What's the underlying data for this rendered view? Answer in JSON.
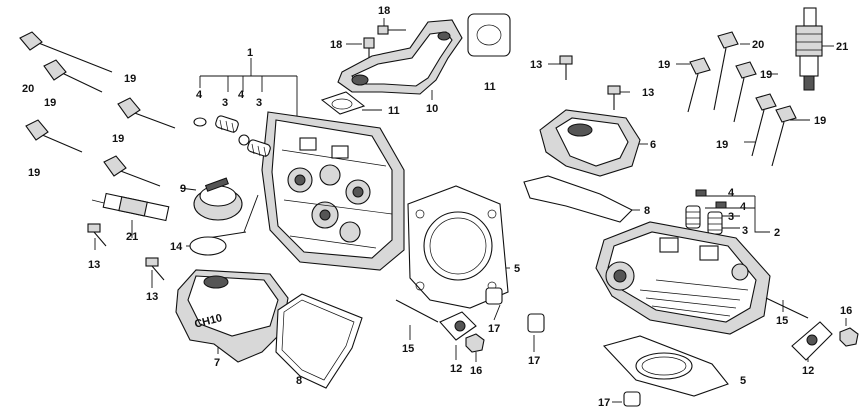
{
  "callouts": {
    "c1": "1",
    "c2": "2",
    "c3a": "3",
    "c3b": "3",
    "c3c": "3",
    "c3d": "3",
    "c4a": "4",
    "c4b": "4",
    "c4c": "4",
    "c4d": "4",
    "c5a": "5",
    "c5b": "5",
    "c6": "6",
    "c7": "7",
    "c8a": "8",
    "c8b": "8",
    "c9": "9",
    "c10": "10",
    "c11a": "11",
    "c11b": "11",
    "c12a": "12",
    "c12b": "12",
    "c13a": "13",
    "c13b": "13",
    "c13c": "13",
    "c13d": "13",
    "c14": "14",
    "c15a": "15",
    "c15b": "15",
    "c16a": "16",
    "c16b": "16",
    "c17a": "17",
    "c17b": "17",
    "c17c": "17",
    "c18a": "18",
    "c18b": "18",
    "c19a": "19",
    "c19b": "19",
    "c19c": "19",
    "c19d": "19",
    "c19e": "19",
    "c19f": "19",
    "c19g": "19",
    "c20a": "20",
    "c20b": "20",
    "c21a": "21",
    "c21b": "21"
  },
  "embossed_marking": "CH10"
}
